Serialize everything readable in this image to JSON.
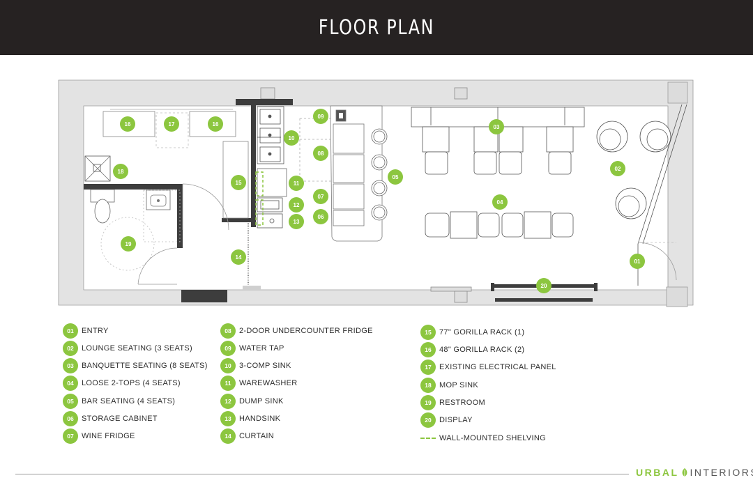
{
  "header": {
    "title": "FLOOR PLAN"
  },
  "colors": {
    "header_bg": "#262222",
    "accent": "#8cc63f",
    "wall": "#3d3d3d",
    "outer_wall": "#e3e3e3"
  },
  "plan_markers": [
    {
      "n": "01",
      "key": "entry"
    },
    {
      "n": "02",
      "key": "lounge"
    },
    {
      "n": "03",
      "key": "banquette"
    },
    {
      "n": "04",
      "key": "two-tops"
    },
    {
      "n": "05",
      "key": "bar-seating"
    },
    {
      "n": "06",
      "key": "storage"
    },
    {
      "n": "07",
      "key": "wine-fridge"
    },
    {
      "n": "08",
      "key": "undercounter-fridge"
    },
    {
      "n": "09",
      "key": "water-tap"
    },
    {
      "n": "10",
      "key": "3-comp-sink"
    },
    {
      "n": "11",
      "key": "warewasher"
    },
    {
      "n": "12",
      "key": "dump-sink"
    },
    {
      "n": "13",
      "key": "handsink"
    },
    {
      "n": "14",
      "key": "curtain"
    },
    {
      "n": "15",
      "key": "77-rack"
    },
    {
      "n": "16",
      "key": "48-rack-a"
    },
    {
      "n": "16",
      "key": "48-rack-b"
    },
    {
      "n": "17",
      "key": "electrical-panel"
    },
    {
      "n": "18",
      "key": "mop-sink"
    },
    {
      "n": "19",
      "key": "restroom"
    },
    {
      "n": "20",
      "key": "display"
    }
  ],
  "legend": [
    {
      "n": "01",
      "label": "ENTRY"
    },
    {
      "n": "02",
      "label": "LOUNGE SEATING (3 SEATS)"
    },
    {
      "n": "03",
      "label": "BANQUETTE SEATING (8 SEATS)"
    },
    {
      "n": "04",
      "label": "LOOSE 2-TOPS (4 SEATS)"
    },
    {
      "n": "05",
      "label": "BAR SEATING (4 SEATS)"
    },
    {
      "n": "06",
      "label": "STORAGE CABINET"
    },
    {
      "n": "07",
      "label": "WINE FRIDGE"
    },
    {
      "n": "08",
      "label": "2-DOOR UNDERCOUNTER FRIDGE"
    },
    {
      "n": "09",
      "label": "WATER TAP"
    },
    {
      "n": "10",
      "label": "3-COMP SINK"
    },
    {
      "n": "11",
      "label": "WAREWASHER"
    },
    {
      "n": "12",
      "label": "DUMP SINK"
    },
    {
      "n": "13",
      "label": "HANDSINK"
    },
    {
      "n": "14",
      "label": "CURTAIN"
    },
    {
      "n": "15",
      "label": "77\" GORILLA RACK (1)"
    },
    {
      "n": "16",
      "label": "48\" GORILLA RACK (2)"
    },
    {
      "n": "17",
      "label": "EXISTING ELECTRICAL PANEL"
    },
    {
      "n": "18",
      "label": "MOP SINK"
    },
    {
      "n": "19",
      "label": "RESTROOM"
    },
    {
      "n": "20",
      "label": "DISPLAY"
    },
    {
      "n": "",
      "label": "WALL-MOUNTED SHELVING"
    }
  ],
  "brand": {
    "part1": "URBAL",
    "part2": "INTERIORS"
  }
}
